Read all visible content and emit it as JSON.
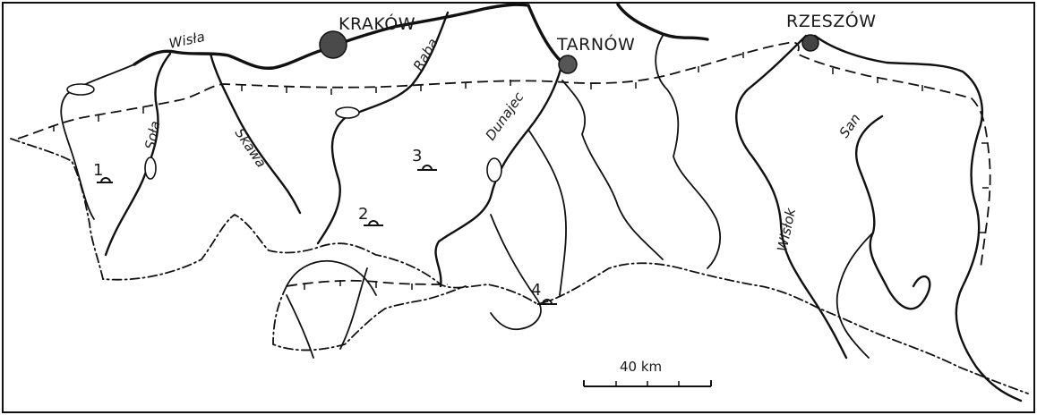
{
  "cities": [
    {
      "name": "KRAKÓW",
      "marker_color": "#4a4a4a"
    },
    {
      "name": "TARNÓW",
      "marker_color": "#555555"
    },
    {
      "name": "RZESZÓW",
      "marker_color": "#444444"
    }
  ],
  "rivers": [
    "Wisła",
    "Soła",
    "Skawa",
    "Raba",
    "Dunajec",
    "Wisłok",
    "San"
  ],
  "sites": [
    {
      "label": "1",
      "symbol": "site-marker-icon"
    },
    {
      "label": "2",
      "symbol": "site-marker-icon"
    },
    {
      "label": "3",
      "symbol": "site-marker-icon"
    },
    {
      "label": "4",
      "symbol": "site-marker-icon"
    }
  ],
  "scale_bar": {
    "label": "40 km"
  },
  "colors": {
    "ink": "#111111",
    "background": "#ffffff"
  }
}
